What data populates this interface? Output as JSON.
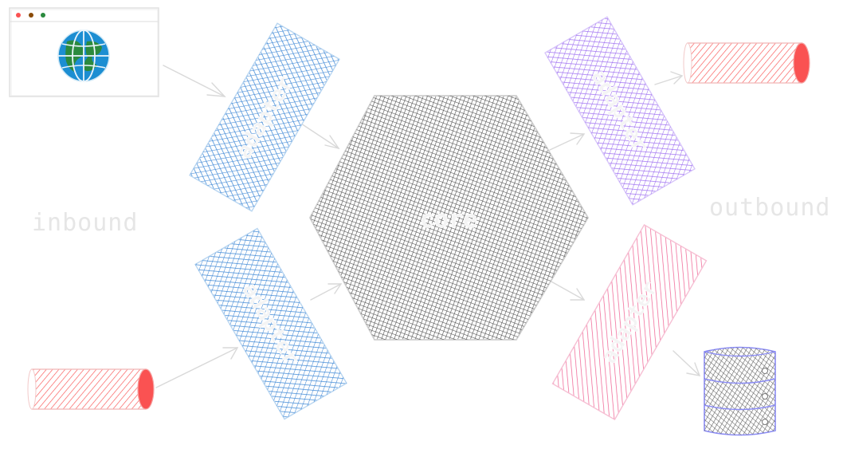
{
  "labels": {
    "inbound": "inbound",
    "outbound": "outbound",
    "core": "core",
    "adapter": "adapter"
  },
  "components": [
    {
      "name": "web-client",
      "kind": "browser-window",
      "icon": "globe-icon"
    },
    {
      "name": "inbound-queue",
      "kind": "message-pipe"
    },
    {
      "name": "core",
      "kind": "hexagon"
    },
    {
      "name": "inbound-adapter-top",
      "kind": "adapter"
    },
    {
      "name": "inbound-adapter-bottom",
      "kind": "adapter"
    },
    {
      "name": "outbound-adapter-top",
      "kind": "adapter"
    },
    {
      "name": "outbound-adapter-bottom",
      "kind": "adapter"
    },
    {
      "name": "outbound-queue",
      "kind": "message-pipe"
    },
    {
      "name": "database",
      "kind": "database-cylinder"
    }
  ],
  "colors": {
    "inbound_adapter": "#4a90d9",
    "outbound_adapter_top": "#a77bf3",
    "outbound_adapter_bottom": "#f06595",
    "core": "#5a5a5a",
    "pipe": "#fa5252",
    "database_hatch": "#6b6b6b",
    "database_outline": "#8b8cf5",
    "arrow": "#d9d9d9",
    "side_label": "#e6e6e6",
    "globe_water": "#1c8ed2",
    "globe_land": "#2b8a3e",
    "window_dot_red": "#fa5252",
    "window_dot_brown": "#8a4b08",
    "window_dot_green": "#2b8a3e"
  }
}
